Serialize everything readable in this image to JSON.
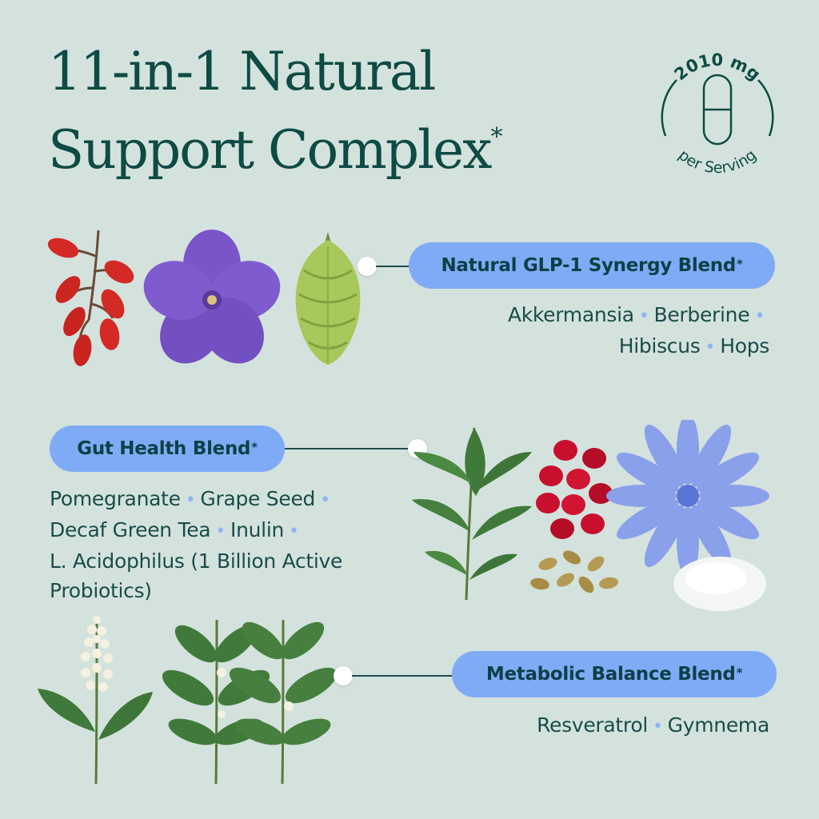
{
  "title": {
    "line1": "11-in-1 Natural",
    "line2": "Support Complex",
    "asterisk": "*"
  },
  "badge": {
    "top_text": "2010 mg",
    "bottom_text": "per Serving",
    "icon": "capsule-icon"
  },
  "blends": {
    "glp1": {
      "label": "Natural GLP-1 Synergy Blend",
      "asterisk": "*",
      "ing": [
        "Akkermansia",
        "Berberine",
        "Hibiscus",
        "Hops"
      ]
    },
    "gut": {
      "label": "Gut Health Blend",
      "asterisk": "*",
      "ing": [
        "Pomegranate",
        "Grape Seed",
        "Decaf Green Tea",
        "Inulin",
        "L. Acidophilus (1 Billion Active",
        "Probiotics)"
      ]
    },
    "metabolic": {
      "label": "Metabolic Balance Blend",
      "asterisk": "*",
      "ing": [
        "Resveratrol",
        "Gymnema"
      ]
    }
  },
  "separator": "•",
  "colors": {
    "background": "#d4e2dd",
    "text": "#0e4b44",
    "pill": "#7fabf6",
    "separator": "#8fb3f4"
  }
}
